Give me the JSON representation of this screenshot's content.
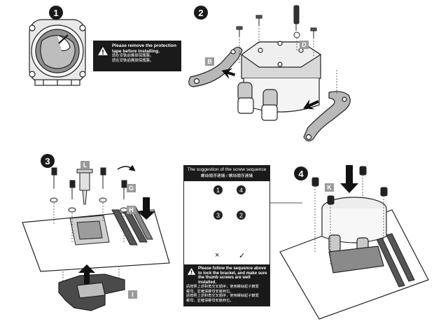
{
  "steps": [
    "1",
    "2",
    "3",
    "4"
  ],
  "part_labels": {
    "B": "B",
    "D": "D",
    "L": "L",
    "G": "G",
    "H": "H",
    "I": "I",
    "K": "K"
  },
  "step1_warning": {
    "en_line1": "Please remove the protection",
    "en_line2": "tape before installing.",
    "zh_line1": "請在安裝前撕掉保護膜。",
    "zh_line2": "請在安裝前撕掉保護膜。"
  },
  "screw_sequence": {
    "title_en": "The suggestion of the screw sequence",
    "title_zh": "螺絲順序建議 / 螺絲順序建議",
    "numbers": [
      "1",
      "2",
      "3",
      "4"
    ],
    "marks": [
      "×",
      "✓"
    ],
    "warning_en_1": "Please follow the sequence above",
    "warning_en_2": "to lock the bracket, and make sure",
    "warning_en_3": "the thumb screws are well installed.",
    "warning_zh_1": "請按照上述對角交叉順序，使用螺絲起子鎖緊",
    "warning_zh_2": "螺母，並確保螺母安裝到位。",
    "warning_zh_3": "請按照上述對角交叉順序，使用螺絲起子鎖緊",
    "warning_zh_4": "螺母，並確保螺母安裝到位。"
  }
}
